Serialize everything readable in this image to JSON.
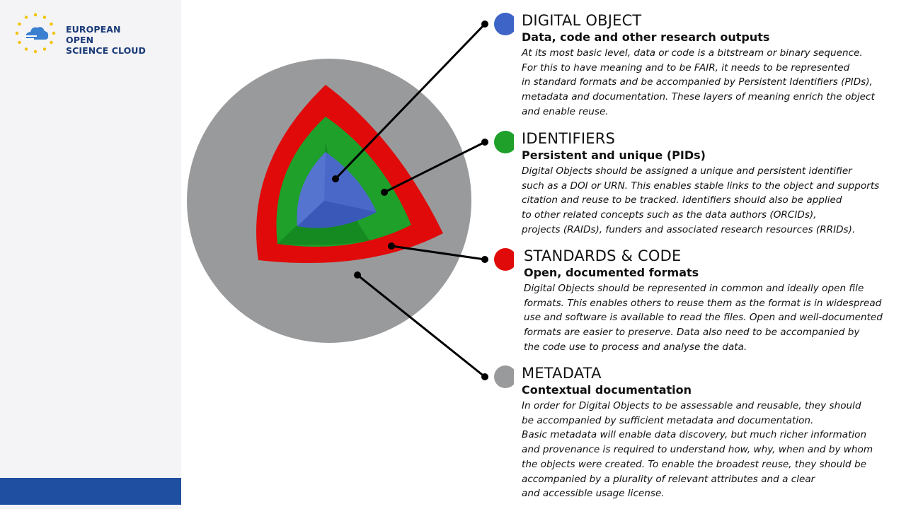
{
  "logo": {
    "line1": "EUROPEAN OPEN",
    "line2": "SCIENCE CLOUD"
  },
  "colors": {
    "digital_object": "#3d64c6",
    "identifiers": "#1ea02a",
    "standards": "#e00a0a",
    "metadata": "#999a9c",
    "sidebar_bar": "#1f4fa0"
  },
  "sections": [
    {
      "title": "DIGITAL OBJECT",
      "subtitle": "Data, code and other research outputs",
      "body": "At its most basic level, data or code is a bitstream or binary sequence.\nFor this to have meaning and to be FAIR, it needs to be represented\nin standard formats and be accompanied by Persistent Identifiers (PIDs),\nmetadata and documentation. These layers of meaning enrich the object\nand enable reuse."
    },
    {
      "title": "IDENTIFIERS",
      "subtitle": "Persistent and unique (PIDs)",
      "body": "Digital Objects should be assigned a unique and persistent identifier\nsuch as a DOI or URN. This enables stable links to the object and supports\ncitation and reuse to be tracked. Identifiers should also be applied\nto other related concepts such as the data authors (ORCIDs),\nprojects (RAIDs), funders and associated research resources (RRIDs)."
    },
    {
      "title": "STANDARDS & CODE",
      "subtitle": "Open, documented formats",
      "body": "Digital Objects should be represented in common and ideally open file\nformats. This enables others to reuse them as the format is in widespread\nuse and software is available to read the files. Open and well-documented\nformats are easier to preserve. Data also need to be accompanied by\nthe code use to process and analyse the data."
    },
    {
      "title": "METADATA",
      "subtitle": "Contextual documentation",
      "body": "In order for Digital Objects to be assessable and reusable, they should\nbe accompanied by sufficient metadata and documentation.\nBasic metadata will enable data discovery, but much richer information\nand provenance is required to understand how, why, when and by whom\nthe objects were created. To enable the broadest reuse, they should be\naccompanied by a plurality of relevant attributes and a clear\nand accessible usage license."
    }
  ]
}
